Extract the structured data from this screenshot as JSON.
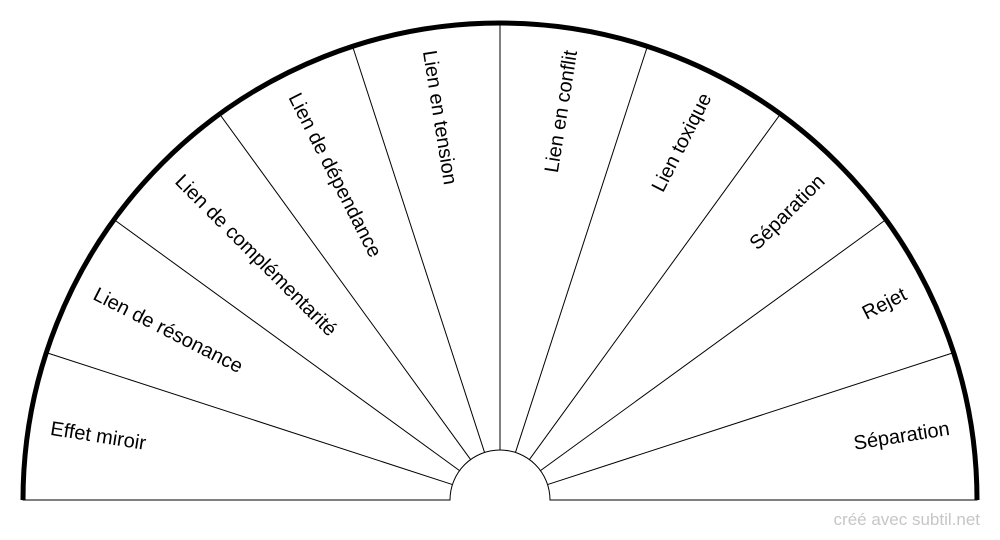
{
  "colors": {
    "outline": "#000000",
    "fill": "#ffffff",
    "credit": "#c6c6c6"
  },
  "chart_data": {
    "type": "pie",
    "layout": "half-circle",
    "sectors": [
      "Effet miroir",
      "Lien de résonance",
      "Lien de complémentarité",
      "Lien de dépendance",
      "Lien en tension",
      "Lien en conflit",
      "Lien toxique",
      "Séparation",
      "Rejet",
      "Séparation"
    ],
    "values": [
      1,
      1,
      1,
      1,
      1,
      1,
      1,
      1,
      1,
      1
    ]
  },
  "credit": "créé avec subtil.net"
}
